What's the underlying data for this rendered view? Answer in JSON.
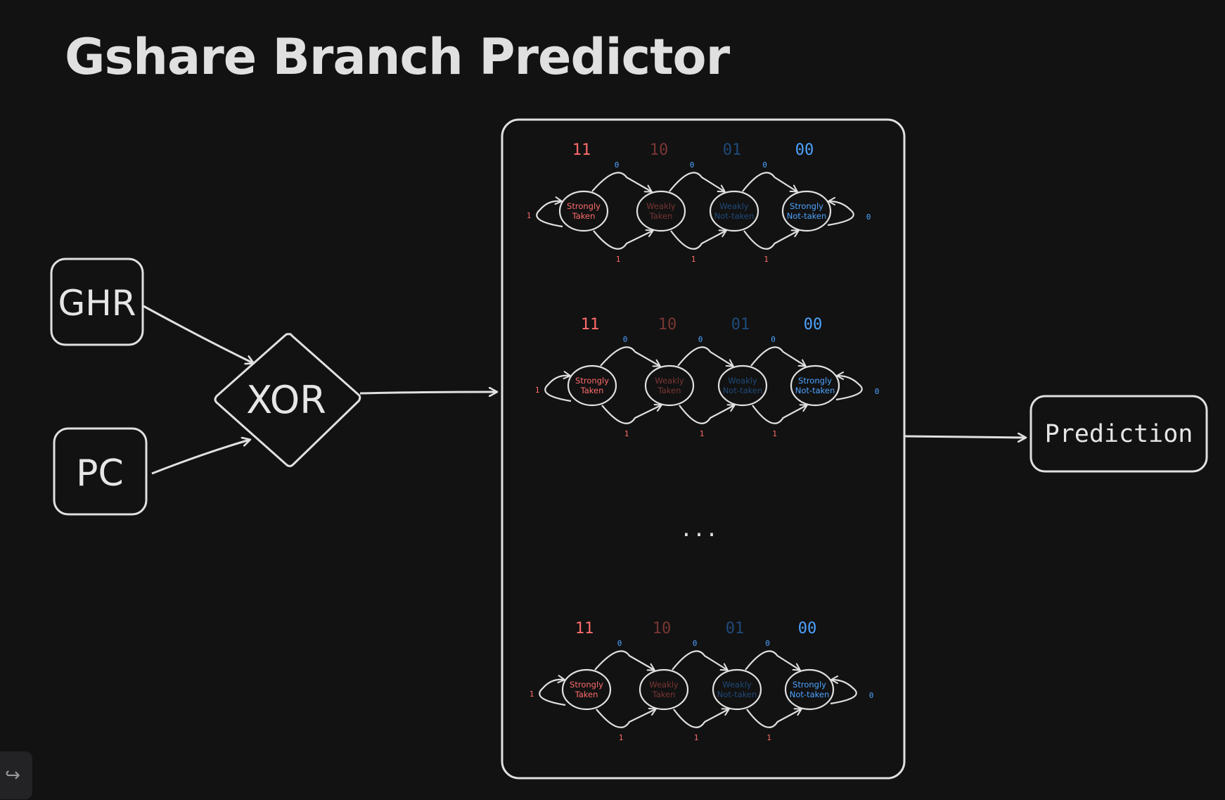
{
  "title": "Gshare Branch Predictor",
  "inputs": {
    "ghr": "GHR",
    "pc": "PC"
  },
  "xor_label": "XOR",
  "output_label": "Prediction",
  "ellipsis": "...",
  "colors": {
    "background": "#121212",
    "stroke": "#e0e0e0",
    "strong_taken": "#ff6b6b",
    "weak_taken": "#7a3535",
    "weak_not_taken": "#1f4a7a",
    "strong_not_taken": "#4da3ff"
  },
  "fsm": {
    "states": [
      {
        "code": "11",
        "line1": "Strongly",
        "line2": "Taken",
        "tone": "strong_taken"
      },
      {
        "code": "10",
        "line1": "Weakly",
        "line2": "Taken",
        "tone": "weak_taken"
      },
      {
        "code": "01",
        "line1": "Weakly",
        "line2": "Not-taken",
        "tone": "weak_not_taken"
      },
      {
        "code": "00",
        "line1": "Strongly",
        "line2": "Not-taken",
        "tone": "strong_not_taken"
      }
    ],
    "not_taken_label": "0",
    "taken_label": "1"
  },
  "undo_icon": "redo-arrow-icon"
}
